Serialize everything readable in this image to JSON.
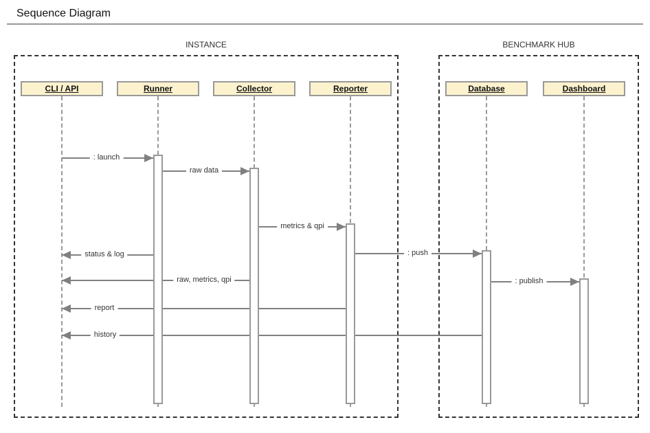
{
  "title": "Sequence Diagram",
  "frames": {
    "instance": {
      "label": "INSTANCE"
    },
    "benchmark_hub": {
      "label": "BENCHMARK HUB"
    }
  },
  "actors": {
    "cli_api": {
      "label": "CLI / API"
    },
    "runner": {
      "label": "Runner"
    },
    "collector": {
      "label": "Collector"
    },
    "reporter": {
      "label": "Reporter"
    },
    "database": {
      "label": "Database"
    },
    "dashboard": {
      "label": "Dashboard"
    }
  },
  "messages": {
    "launch": {
      "label": ": launch",
      "from": "CLI / API",
      "to": "Runner"
    },
    "raw_data": {
      "label": "raw data",
      "from": "Runner",
      "to": "Collector"
    },
    "metrics_qpi": {
      "label": "metrics & qpi",
      "from": "Collector",
      "to": "Reporter"
    },
    "push": {
      "label": ": push",
      "from": "Reporter",
      "to": "Database"
    },
    "status_log": {
      "label": "status & log",
      "from": "Runner",
      "to": "CLI / API"
    },
    "raw_metrics_qpi": {
      "label": "raw, metrics, qpi",
      "from": "Collector",
      "to": "CLI / API"
    },
    "publish": {
      "label": ": publish",
      "from": "Database",
      "to": "Dashboard"
    },
    "report": {
      "label": "report",
      "from": "Reporter",
      "to": "CLI / API"
    },
    "history": {
      "label": "history",
      "from": "Database",
      "to": "CLI / API"
    }
  },
  "colors": {
    "actor_fill": "#fcf2ce",
    "actor_border": "#999999",
    "message_line": "#808080",
    "lifeline": "#999999",
    "frame_border": "#333333",
    "title_rule": "#999999"
  }
}
